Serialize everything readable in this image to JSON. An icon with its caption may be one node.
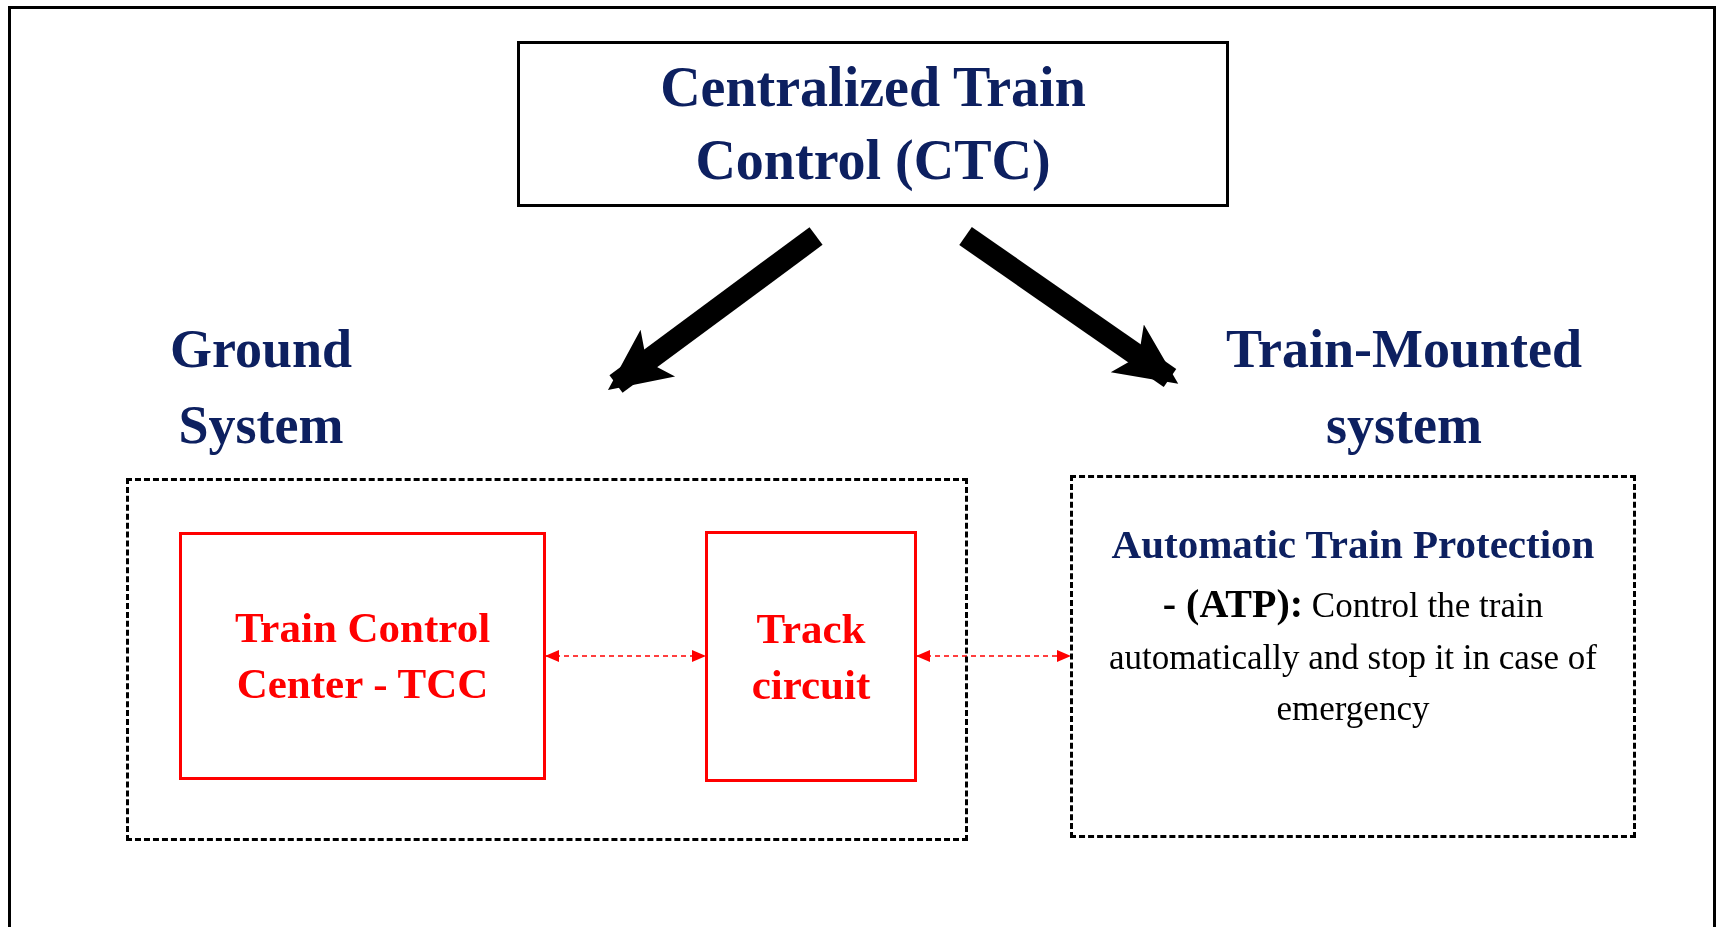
{
  "diagram": {
    "nodes": [
      {
        "text": [
          "Centralized Train Control (CTC)"
        ]
      },
      {
        "text": [
          "Ground System"
        ]
      },
      {
        "text": [
          "Train Control Center - TCC"
        ],
        "in": 1
      },
      {
        "text": [
          "Track circuit"
        ],
        "in": 1
      },
      {
        "text": [
          "Train-Mounted system",
          "Automatic Train Protection",
          "**- (ATP):** Control the train automatically and stop it in case of emergency"
        ]
      }
    ],
    "edges": [
      {
        "from": 0,
        "to": 1,
        "arrow": "to",
        "style": "thick"
      },
      {
        "from": 0,
        "to": 4,
        "arrow": "to",
        "style": "thick"
      },
      {
        "from": 2,
        "to": 3,
        "arrow": "both",
        "style": "dashed",
        "color": "#ff0000"
      },
      {
        "from": 3,
        "to": 4,
        "arrow": "both",
        "style": "dashed",
        "color": "#ff0000"
      }
    ]
  }
}
